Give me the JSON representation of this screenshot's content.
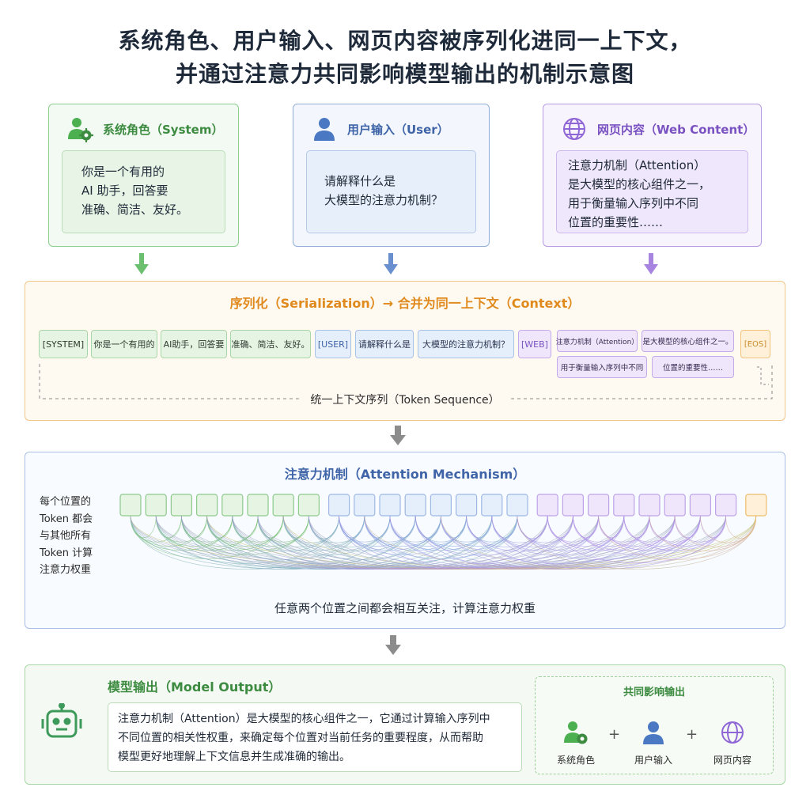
{
  "title": {
    "line1": "系统角色、用户输入、网页内容被序列化进同一上下文，",
    "line2": "并通过注意力共同影响模型输出的机制示意图"
  },
  "inputs": {
    "system": {
      "label": "系统角色（System）",
      "lines": [
        "你是一个有用的",
        "AI 助手，回答要",
        "准确、简洁、友好。"
      ]
    },
    "user": {
      "label": "用户输入（User）",
      "lines": [
        "请解释什么是",
        "大模型的注意力机制？"
      ]
    },
    "web": {
      "label": "网页内容（Web Content）",
      "lines": [
        "注意力机制（Attention）",
        "是大模型的核心组件之一，",
        "用于衡量输入序列中不同",
        "位置的重要性……"
      ]
    }
  },
  "serialization": {
    "title": "序列化（Serialization）→ 合并为同一上下文（Context）",
    "tokens_row1": [
      "[SYSTEM]",
      "你是一个有用的",
      "AI助手，回答要",
      "准确、简洁、友好。",
      "[USER]",
      "请解释什么是",
      "大模型的注意力机制？",
      "[WEB]",
      "注意力机制（Attention）",
      "是大模型的核心组件之一。",
      "[EOS]"
    ],
    "tokens_row2": [
      "用于衡量输入序列中不同",
      "位置的重要性……"
    ],
    "sequence_label": "统一上下文序列（Token Sequence）"
  },
  "attention": {
    "title": "注意力机制（Attention Mechanism）",
    "note": [
      "每个位置的",
      "Token 都会",
      "与其他所有",
      "Token 计算",
      "注意力权重"
    ],
    "caption": "任意两个位置之间都会相互关注，计算注意力权重",
    "token_groups": {
      "system": 8,
      "user": 8,
      "web": 8,
      "eos": 1
    }
  },
  "output": {
    "title": "模型输出（Model Output）",
    "lines": [
      "注意力机制（Attention）是大模型的核心组件之一，它通过计算输入序列中",
      "不同位置的相关性权重，来确定每个位置对当前任务的重要程度，从而帮助",
      "模型更好地理解上下文信息并生成准确的输出。"
    ],
    "combined": {
      "title": "共同影响输出",
      "items": [
        "系统角色",
        "用户输入",
        "网页内容"
      ],
      "plus": "+"
    }
  },
  "colors": {
    "system": "#4caf50",
    "user": "#4a78c2",
    "web": "#8f66d6",
    "eos": "#f0b040",
    "serial_accent": "#e08a1e"
  },
  "icons": {
    "system": "user-gear-icon",
    "user": "user-icon",
    "web": "globe-icon",
    "output": "robot-icon",
    "flow": "arrow-down-icon"
  }
}
